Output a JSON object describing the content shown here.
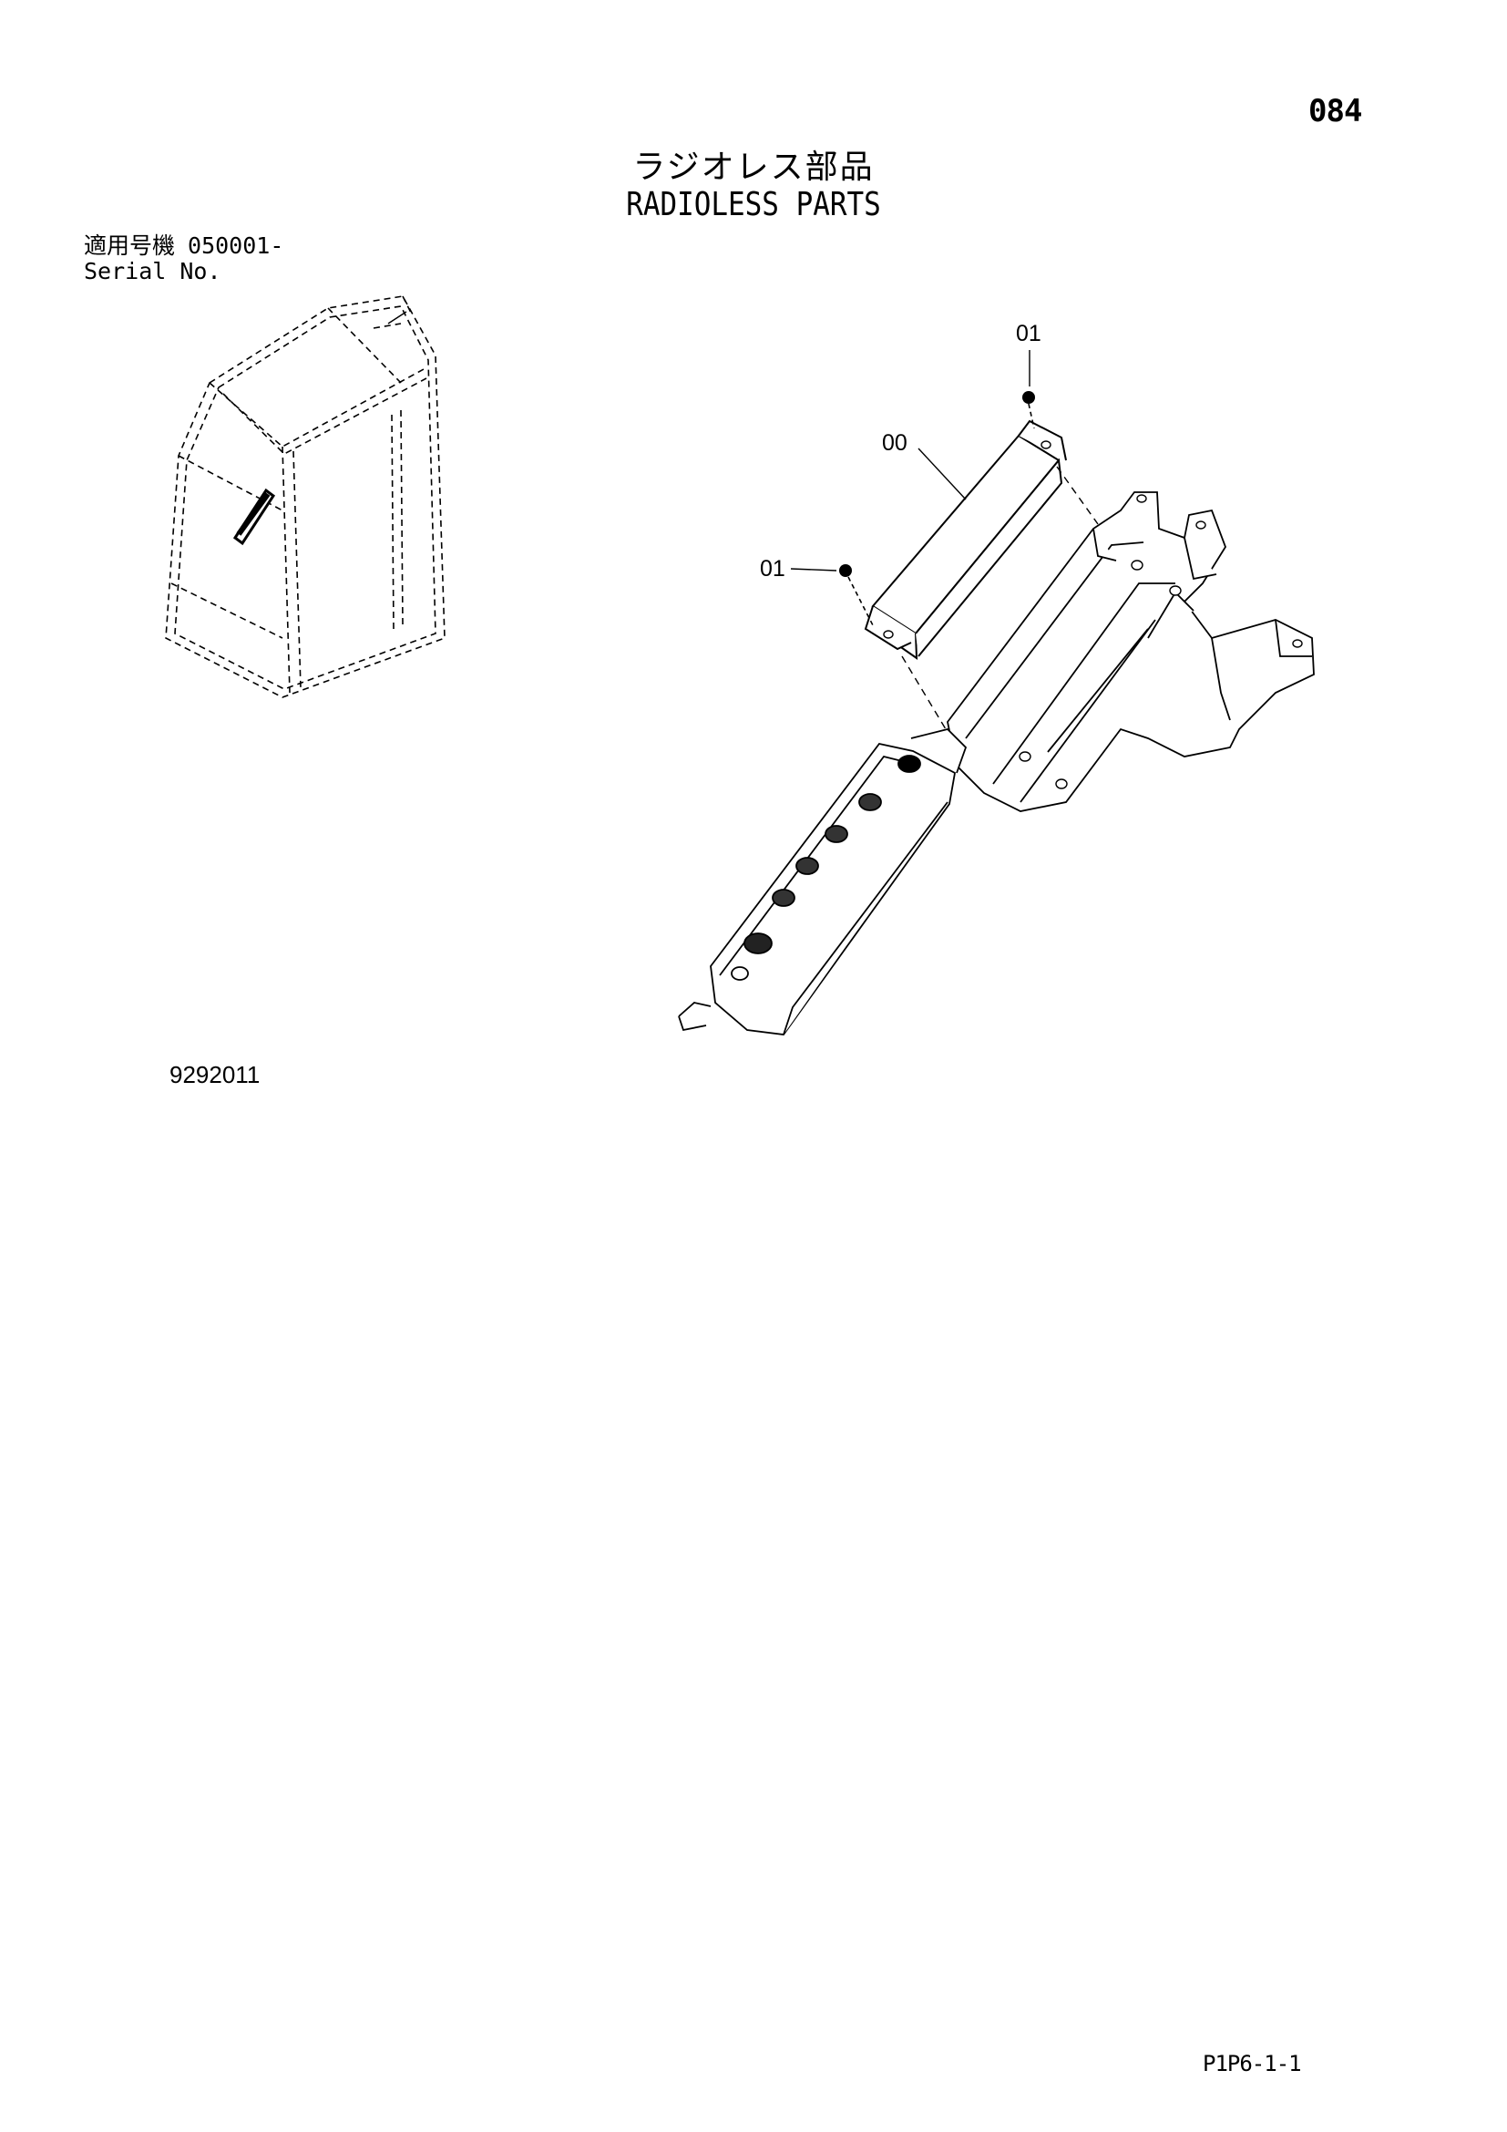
{
  "header": {
    "page_number": "084",
    "title_jp": "ラジオレス部品",
    "title_en": "RADIOLESS PARTS"
  },
  "serial": {
    "label_jp": "適用号機",
    "value": "050001-",
    "label_en": "Serial No."
  },
  "callouts": {
    "top_bolt": "01",
    "bracket": "00",
    "left_bolt": "01"
  },
  "figure_code": "9292011",
  "footer_code": "P1P6-1-1"
}
